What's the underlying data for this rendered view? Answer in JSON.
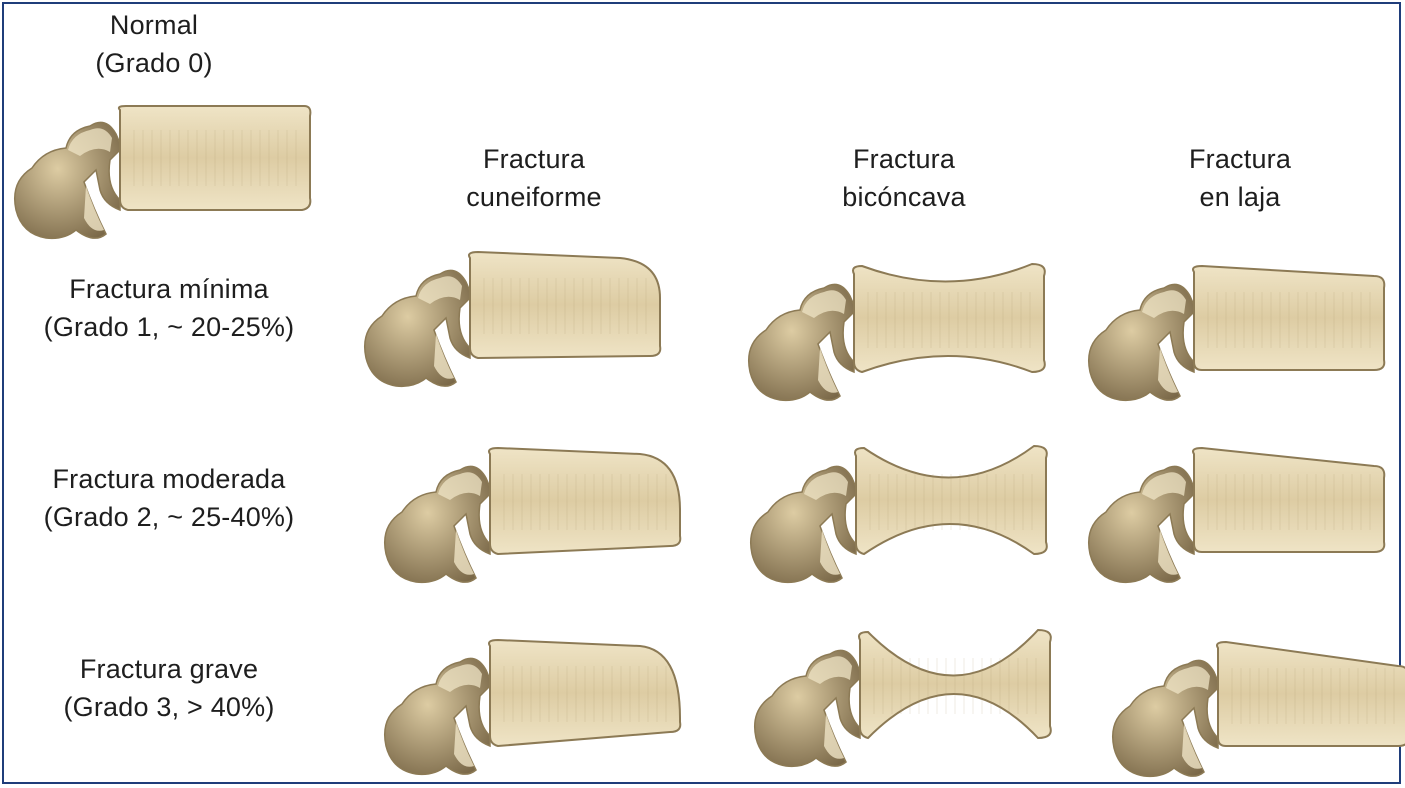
{
  "row_labels": [
    {
      "line1": "Normal",
      "line2": "(Grado 0)"
    },
    {
      "line1": "Fractura mínima",
      "line2": "(Grado 1, ~ 20-25%)"
    },
    {
      "line1": "Fractura moderada",
      "line2": "(Grado 2, ~ 25-40%)"
    },
    {
      "line1": "Fractura grave",
      "line2": "(Grado 3, > 40%)"
    }
  ],
  "column_headers": [
    {
      "line1": "Fractura",
      "line2": "cuneiforme"
    },
    {
      "line1": "Fractura",
      "line2": "bicóncava"
    },
    {
      "line1": "Fractura",
      "line2": "en laja"
    }
  ],
  "colors": {
    "border": "#1f3d7a",
    "bone_light": "#efe4c6",
    "bone_mid": "#ddcca3",
    "bone_shadow": "#a89569",
    "bone_dark": "#7a6848",
    "bone_outline": "#8c7a55"
  },
  "vertebrae": [
    {
      "name": "normal",
      "type": "normal",
      "grade": 0
    },
    {
      "name": "cuneiforme-grado-1",
      "type": "wedge",
      "grade": 1
    },
    {
      "name": "biconcava-grado-1",
      "type": "biconcave",
      "grade": 1
    },
    {
      "name": "laja-grado-1",
      "type": "crush",
      "grade": 1
    },
    {
      "name": "cuneiforme-grado-2",
      "type": "wedge",
      "grade": 2
    },
    {
      "name": "biconcava-grado-2",
      "type": "biconcave",
      "grade": 2
    },
    {
      "name": "laja-grado-2",
      "type": "crush",
      "grade": 2
    },
    {
      "name": "cuneiforme-grado-3",
      "type": "wedge",
      "grade": 3
    },
    {
      "name": "biconcava-grado-3",
      "type": "biconcave",
      "grade": 3
    },
    {
      "name": "laja-grado-3",
      "type": "crush",
      "grade": 3
    }
  ]
}
